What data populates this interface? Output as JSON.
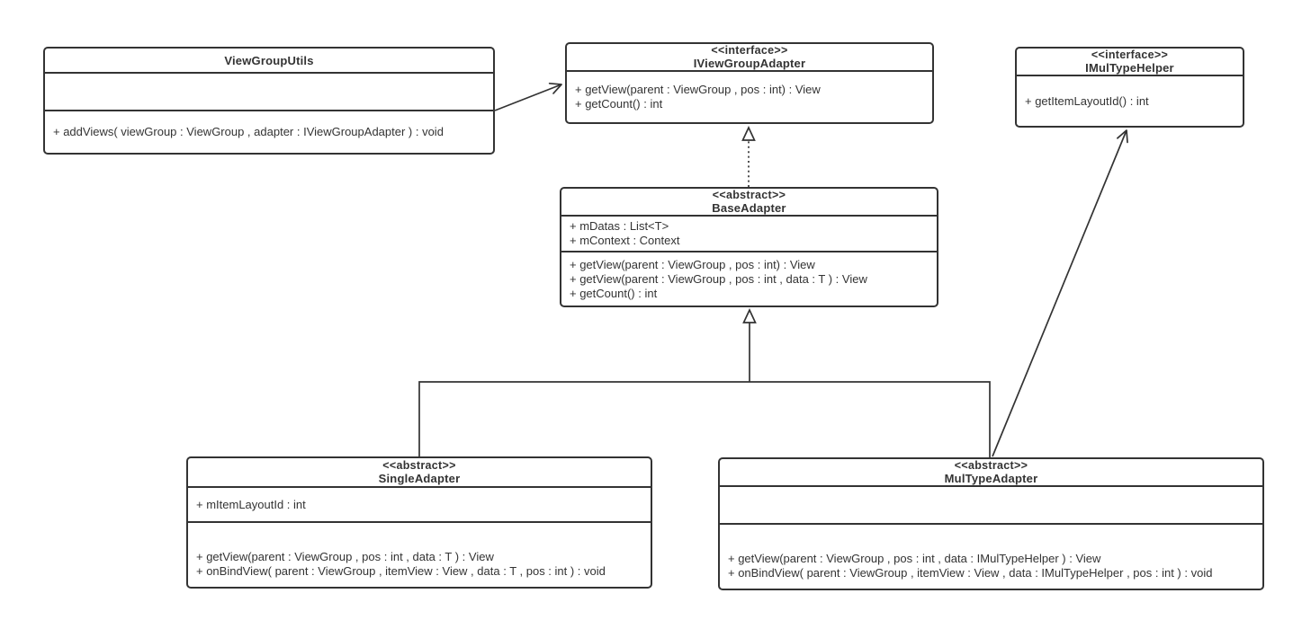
{
  "colors": {
    "line": "#333333",
    "text": "#333333",
    "background": "#ffffff"
  },
  "classes": {
    "viewGroupUtils": {
      "stereotype": "",
      "name": "ViewGroupUtils",
      "attributes": [],
      "methods": [
        "+ addViews( viewGroup : ViewGroup , adapter : IViewGroupAdapter ) : void"
      ]
    },
    "iViewGroupAdapter": {
      "stereotype": "<<interface>>",
      "name": "IViewGroupAdapter",
      "attributes": [],
      "methods": [
        "+ getView(parent : ViewGroup , pos : int) : View",
        "+ getCount() : int"
      ]
    },
    "iMulTypeHelper": {
      "stereotype": "<<interface>>",
      "name": "IMulTypeHelper",
      "attributes": [],
      "methods": [
        "+ getItemLayoutId() : int"
      ]
    },
    "baseAdapter": {
      "stereotype": "<<abstract>>",
      "name": "BaseAdapter",
      "attributes": [
        "+ mDatas : List<T>",
        "+ mContext : Context"
      ],
      "methods": [
        "+ getView(parent : ViewGroup , pos : int) : View",
        "+ getView(parent : ViewGroup , pos : int , data : T ) : View",
        "+ getCount() : int"
      ]
    },
    "singleAdapter": {
      "stereotype": "<<abstract>>",
      "name": "SingleAdapter",
      "attributes": [
        "+ mItemLayoutId : int"
      ],
      "methods": [
        "+ getView(parent : ViewGroup , pos : int , data : T ) : View",
        "+ onBindView( parent : ViewGroup , itemView : View , data : T , pos : int ) : void"
      ]
    },
    "mulTypeAdapter": {
      "stereotype": "<<abstract>>",
      "name": "MulTypeAdapter",
      "attributes": [],
      "methods": [
        "+ getView(parent : ViewGroup , pos : int , data : IMulTypeHelper ) : View",
        "+ onBindView( parent : ViewGroup , itemView : View , data : IMulTypeHelper , pos : int ) : void"
      ]
    }
  },
  "relationships": [
    {
      "from": "ViewGroupUtils",
      "to": "IViewGroupAdapter",
      "type": "directed-association",
      "line": "solid",
      "arrowhead": "open"
    },
    {
      "from": "BaseAdapter",
      "to": "IViewGroupAdapter",
      "type": "realization",
      "line": "dotted",
      "arrowhead": "hollow-triangle"
    },
    {
      "from": "SingleAdapter",
      "to": "BaseAdapter",
      "type": "generalization",
      "line": "solid",
      "arrowhead": "hollow-triangle"
    },
    {
      "from": "MulTypeAdapter",
      "to": "BaseAdapter",
      "type": "generalization",
      "line": "solid",
      "arrowhead": "hollow-triangle"
    },
    {
      "from": "MulTypeAdapter",
      "to": "IMulTypeHelper",
      "type": "directed-association",
      "line": "solid",
      "arrowhead": "open"
    }
  ]
}
